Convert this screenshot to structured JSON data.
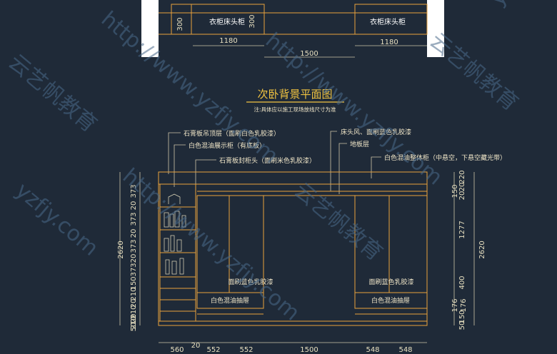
{
  "colors": {
    "background": "#1f2a38",
    "outline": "#e8a23c",
    "dimension": "#e8e0c0",
    "title": "#f2c441",
    "white_block": "#ffffff",
    "leader": "#cfc6a8",
    "watermark": "#4a6a8a"
  },
  "top_plan": {
    "cabinet_left_label": "衣柜床头柜",
    "cabinet_right_label": "衣柜床头柜",
    "dim_300_left": "300",
    "dim_300_right": "300",
    "dim_1180_left": "1180",
    "dim_1180_right": "1180",
    "dim_1500": "1500"
  },
  "title": {
    "main": "次卧背景平面图",
    "note": "注:具体应以施工现场放线尺寸为准"
  },
  "annotations": {
    "gypsum_ceiling": "石膏板吊顶层（面刷白色乳胶漆）",
    "white_display": "白色混油展示柜（有底板）",
    "gypsum_seal": "石膏板封柜头（面刷米色乳胶漆）",
    "headboard": "床头风、面刷蓝色乳胶漆",
    "floor_layer": "地板层",
    "white_cabinet": "白色混油整体柜（中悬空，下悬空藏光带）",
    "blue_left": "面刷蓝色乳胶漆",
    "blue_right": "面刷蓝色乳胶漆",
    "drawer_left": "白色混油抽屉",
    "drawer_right": "白色混油抽屉"
  },
  "dims_left": {
    "total": "2620",
    "segments": [
      "373",
      "20",
      "373",
      "20",
      "373",
      "20",
      "373",
      "150",
      "210",
      "20",
      "210",
      "20",
      "210",
      "50"
    ]
  },
  "dims_right": {
    "total": "2620",
    "segments": [
      "220",
      "20",
      "150",
      "20",
      "1277",
      "400",
      "176",
      "176",
      "150",
      "50"
    ]
  },
  "dims_bottom": [
    "560",
    "20",
    "552",
    "552",
    "1500",
    "548",
    "548"
  ],
  "watermarks": [
    "云艺帆教育",
    "http://www.yzfjy.com",
    "云艺帆教育",
    "http://www.yzfjy.com",
    "云艺帆教育",
    "http://www.yzfjy.com",
    "yzfjy.com",
    "yzfjy.com"
  ]
}
